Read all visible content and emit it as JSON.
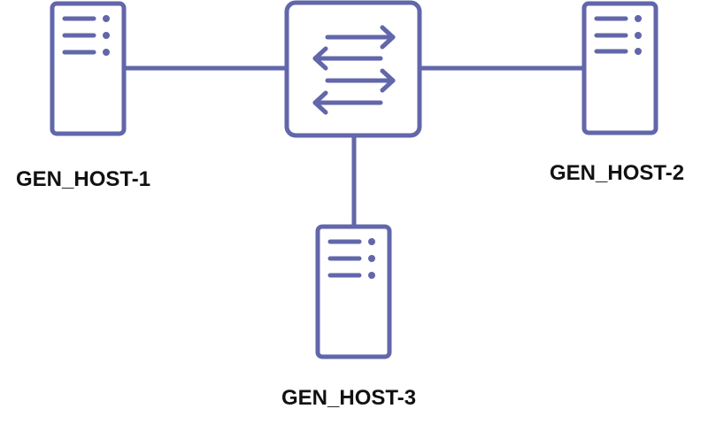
{
  "diagram": {
    "stroke_color": "#6266aa",
    "background_color": "#ffffff",
    "label_color": "#111111",
    "switch": {
      "icon": "network-switch-icon"
    },
    "hosts": [
      {
        "label": "GEN_HOST-1",
        "icon": "server-icon"
      },
      {
        "label": "GEN_HOST-2",
        "icon": "server-icon"
      },
      {
        "label": "GEN_HOST-3",
        "icon": "server-icon"
      }
    ]
  }
}
